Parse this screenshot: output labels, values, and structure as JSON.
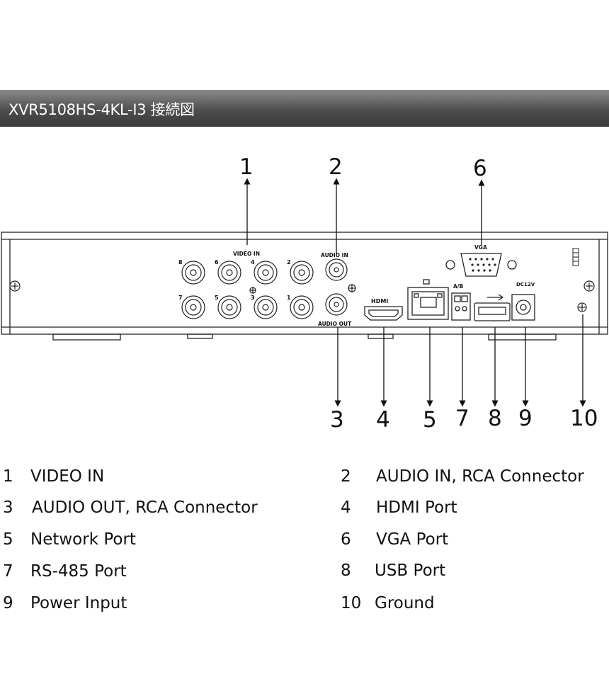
{
  "header": {
    "title": "XVR5108HS-4KL-I3 接続図"
  },
  "panel_labels": {
    "video_in": "VIDEO IN",
    "audio_in": "AUDIO IN",
    "audio_out": "AUDIO OUT",
    "vga": "VGA",
    "hdmi": "HDMI",
    "ab": "A/B",
    "dc": "DC12V",
    "bnc_numbers": [
      "8",
      "6",
      "4",
      "2",
      "7",
      "5",
      "3",
      "1"
    ]
  },
  "callouts": [
    "1",
    "2",
    "3",
    "4",
    "5",
    "6",
    "7",
    "8",
    "9",
    "10"
  ],
  "legend": [
    {
      "num": "1",
      "label": "VIDEO IN"
    },
    {
      "num": "2",
      "label": "AUDIO IN, RCA Connector"
    },
    {
      "num": "3",
      "label": "AUDIO OUT, RCA Connector"
    },
    {
      "num": "4",
      "label": "HDMI Port"
    },
    {
      "num": "5",
      "label": "Network Port"
    },
    {
      "num": "6",
      "label": "VGA Port"
    },
    {
      "num": "7",
      "label": "RS-485 Port"
    },
    {
      "num": "8",
      "label": "USB Port"
    },
    {
      "num": "9",
      "label": "Power Input"
    },
    {
      "num": "10",
      "label": "Ground"
    }
  ]
}
